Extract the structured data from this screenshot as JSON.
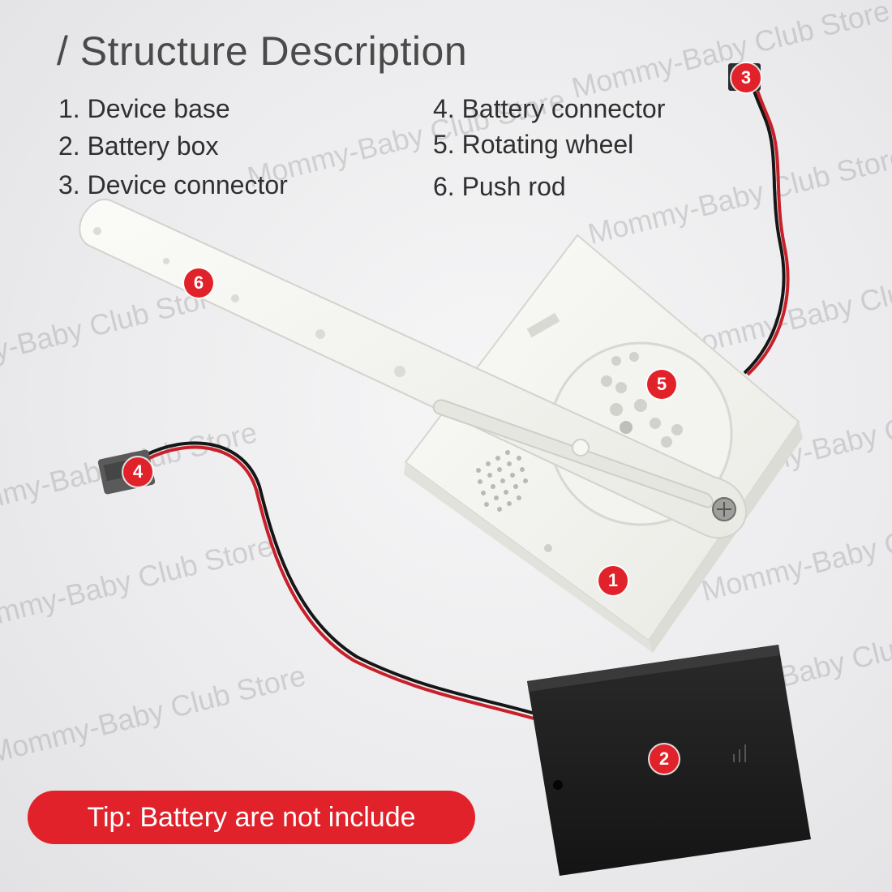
{
  "header": {
    "title": "/ Structure Description"
  },
  "parts_list": {
    "left": [
      "1. Device base",
      "2. Battery box",
      "3. Device connector"
    ],
    "right": [
      "4. Battery connector",
      "5. Rotating wheel",
      "6. Push rod"
    ]
  },
  "markers": {
    "device_base": "1",
    "battery_box": "2",
    "device_connector": "3",
    "battery_connector": "4",
    "rotating_wheel": "5",
    "push_rod": "6"
  },
  "tip": {
    "text": "Tip: Battery are not include",
    "color": "#e1222a"
  },
  "watermark": {
    "text": "Mommy-Baby Club Store"
  },
  "colors": {
    "accent": "#e1222a",
    "plastic": "#f7f7f3",
    "battery_box": "#1c1c1c",
    "wire_red": "#c8202a",
    "wire_black": "#161616"
  }
}
